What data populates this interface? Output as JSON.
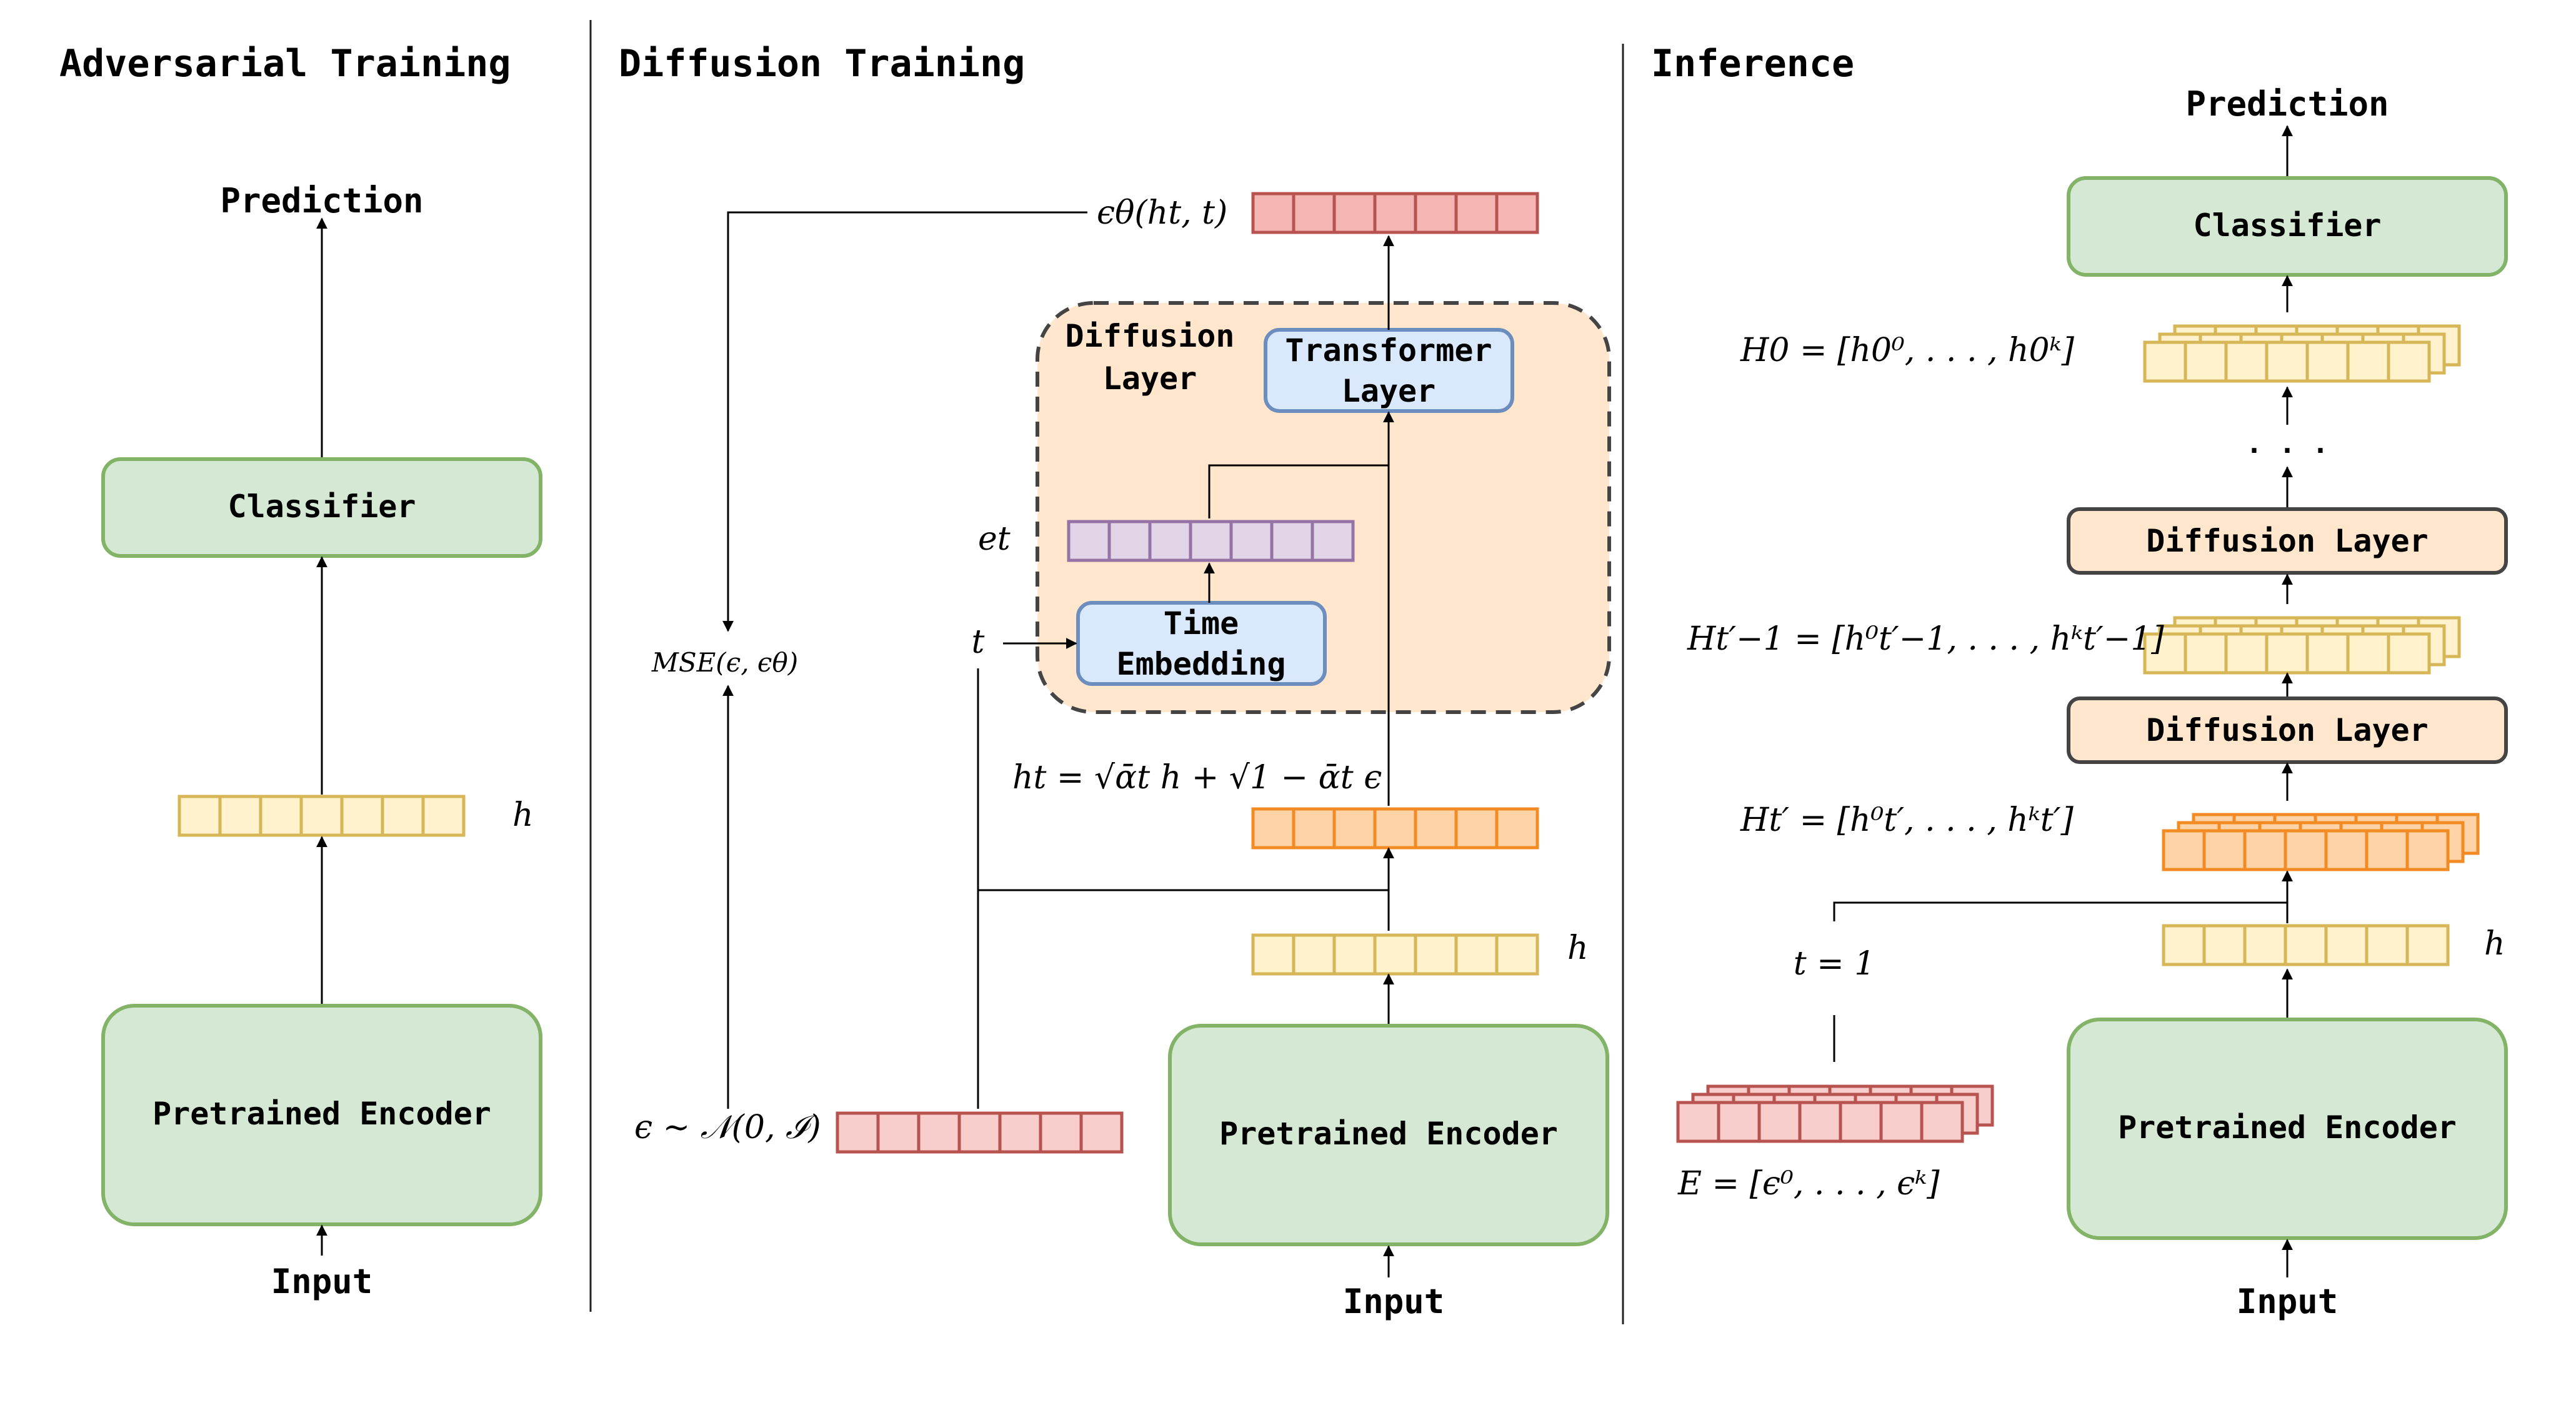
{
  "sections": {
    "adversarial": "Adversarial Training",
    "diffusion": "Diffusion Training",
    "inference": "Inference"
  },
  "adversarial": {
    "prediction": "Prediction",
    "classifier": "Classifier",
    "h": "h",
    "encoder": "Pretrained Encoder",
    "input": "Input"
  },
  "diffusion": {
    "eps_theta": "ϵθ(ht, t)",
    "diffusion_layer_l1": "Diffusion",
    "diffusion_layer_l2": "Layer",
    "transformer_l1": "Transformer",
    "transformer_l2": "Layer",
    "e_t": "et",
    "t": "t",
    "time_emb_l1": "Time",
    "time_emb_l2": "Embedding",
    "mse": "MSE(ϵ, ϵθ)",
    "h_t_eq": "ht = √ᾱt h + √1 − ᾱt ϵ",
    "h": "h",
    "eps_dist": "ϵ ∼ 𝒩(0, ℐ)",
    "encoder": "Pretrained Encoder",
    "input": "Input"
  },
  "inference": {
    "prediction": "Prediction",
    "classifier": "Classifier",
    "H0": "H0 = [h0⁰, . . . , h0ᵏ]",
    "dots": ". . .",
    "diff_layer_a": "Diffusion Layer",
    "Htm1": "Ht′−1 = [h⁰t′−1, . . . , hᵏt′−1]",
    "diff_layer_b": "Diffusion Layer",
    "Ht": "Ht′ = [h⁰t′, . . . , hᵏt′]",
    "t1": "t = 1",
    "h": "h",
    "E": "E = [ϵ⁰, . . . , ϵᵏ]",
    "encoder": "Pretrained Encoder",
    "input": "Input"
  },
  "colors": {
    "green_fill": "#d5e8d4",
    "green_stroke": "#82b366",
    "yellow_fill": "#fff2cc",
    "yellow_stroke": "#d6b656",
    "red_fill": "#f8cecc",
    "red_stroke": "#b85450",
    "redtop_fill": "#f4b6b3",
    "orange_fill": "#ffd3a8",
    "orange_stroke": "#f28b24",
    "purple_fill": "#e1d5e7",
    "purple_stroke": "#9673a6",
    "blue_fill": "#dae8fc",
    "blue_stroke": "#6c8ebf",
    "peach_fill": "#ffe6cc",
    "dark_stroke": "#444444"
  }
}
